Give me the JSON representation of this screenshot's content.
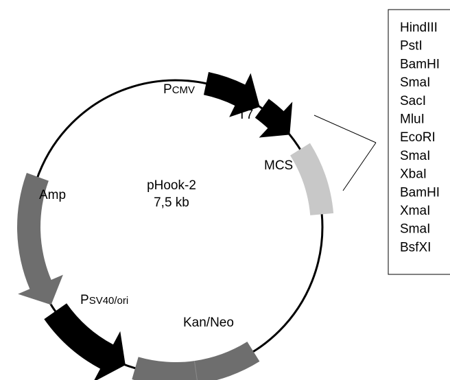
{
  "plasmid": {
    "name": "pHook-2",
    "size": "7,5 kb"
  },
  "features": {
    "pcmv": {
      "prefix": "P",
      "suffix": "CMV"
    },
    "t7": "T7",
    "mcs": "MCS",
    "amp": "Amp",
    "psv40": {
      "prefix": "P",
      "suffix": "SV40/ori"
    },
    "kanneo": "Kan/Neo"
  },
  "mcs_sites": [
    "HindIII",
    "PstI",
    "BamHI",
    "SmaI",
    "SacI",
    "MluI",
    "EcoRI",
    "SmaI",
    "XbaI",
    "BamHI",
    "XmaI",
    "SmaI",
    "BsfXI"
  ],
  "colors": {
    "black_feature": "#000000",
    "dark_gray_feature": "#6e6e6e",
    "light_gray_feature": "#c8c8c8",
    "backbone": "#000000"
  }
}
